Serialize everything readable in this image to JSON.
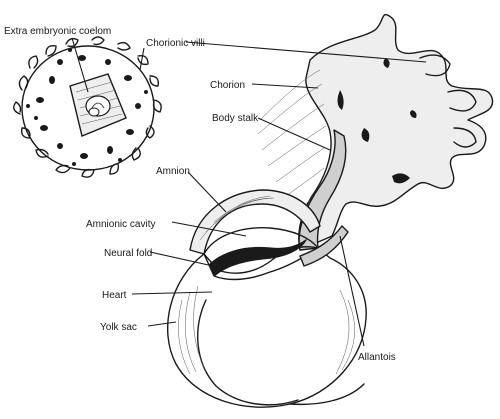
{
  "labels": {
    "extra_embryonic_coelom": "Extra embryonic coelom",
    "chorionic_villi": "Chorionic villi",
    "chorion": "Chorion",
    "body_stalk": "Body stalk",
    "amnion": "Amnion",
    "amnionic_cavity": "Amnionic cavity",
    "neural_fold": "Neural fold",
    "heart": "Heart",
    "yolk_sac": "Yolk sac",
    "allantois": "Allantois"
  }
}
